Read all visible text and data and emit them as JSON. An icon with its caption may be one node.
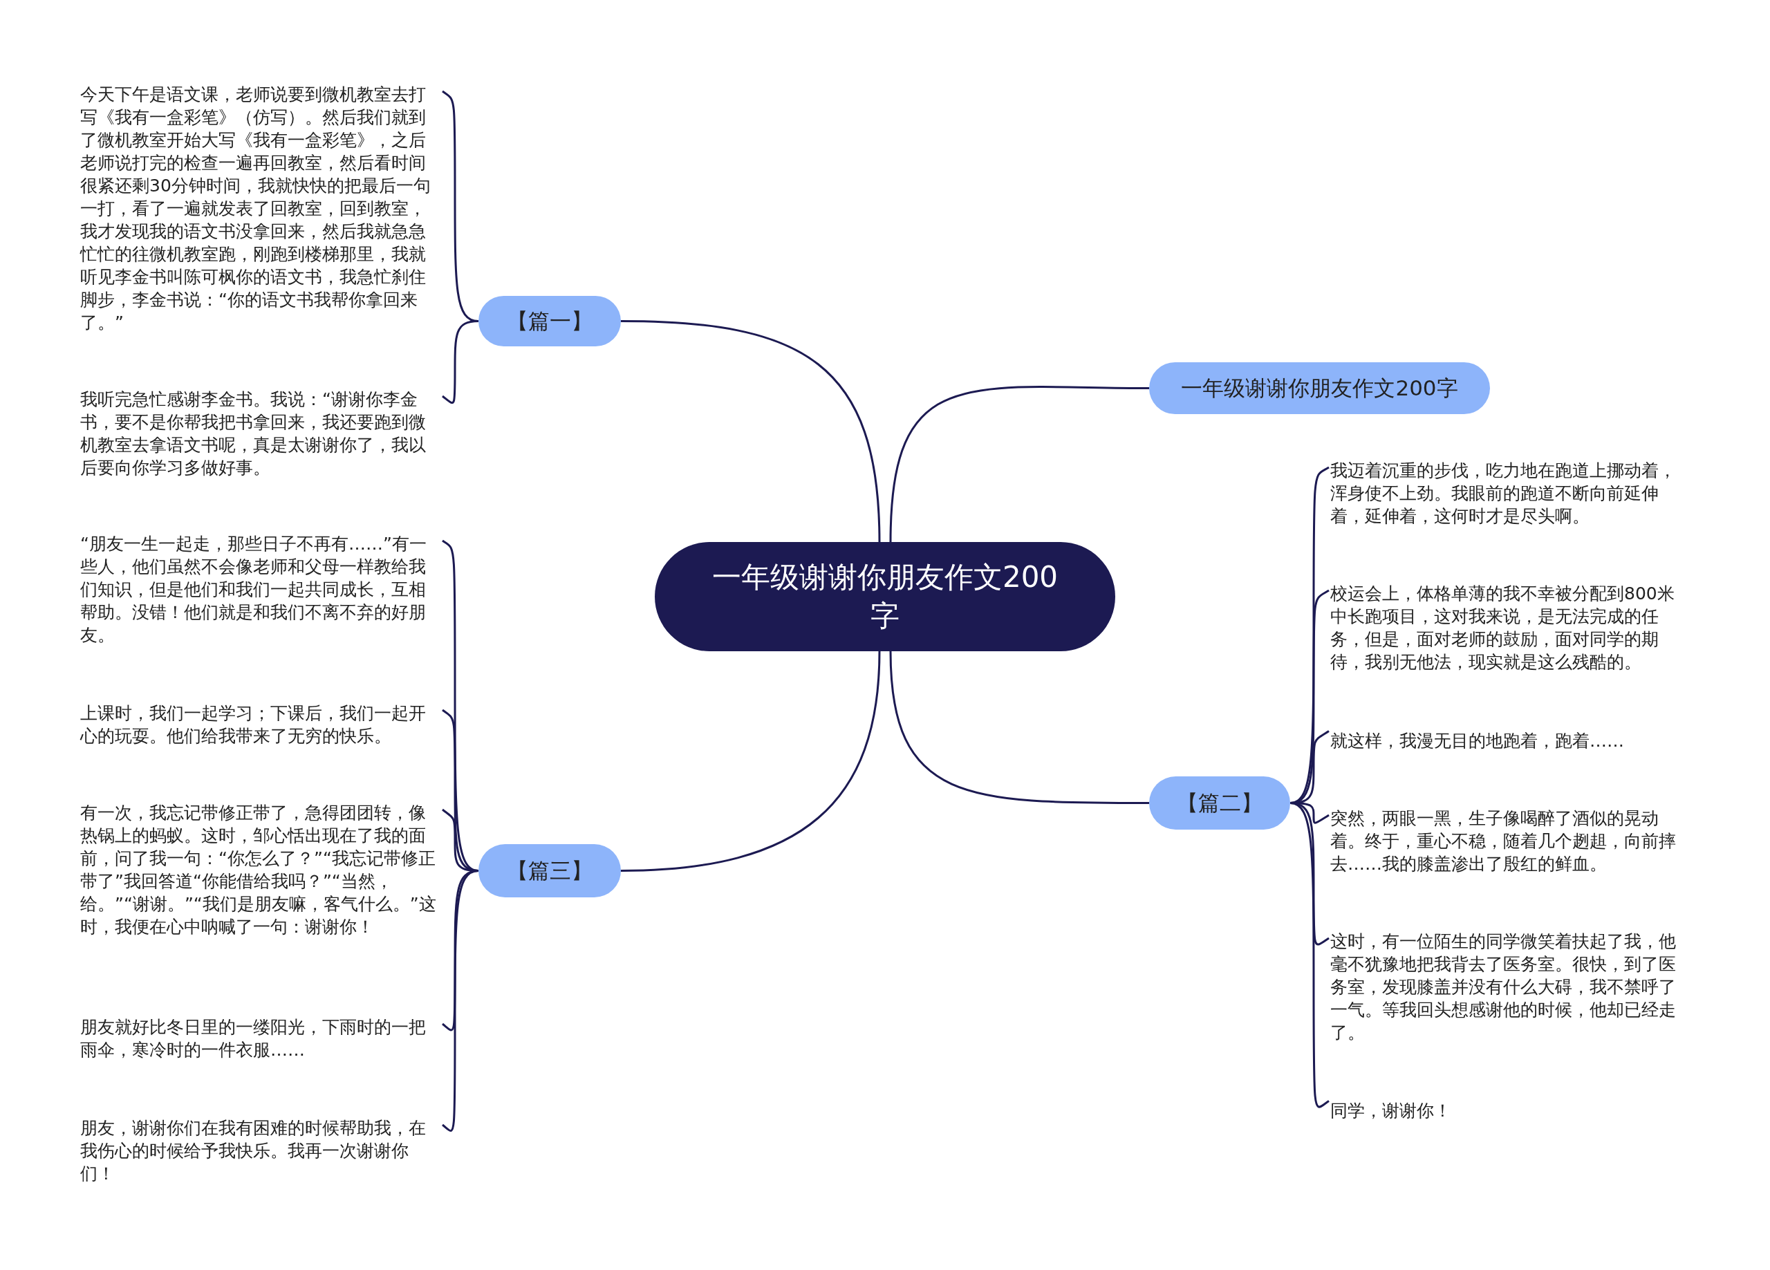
{
  "diagram": {
    "nodes": [
      {
        "text": [
          "一年级谢谢你朋友作文200字"
        ]
      },
      {
        "text": [
          "【篇一】"
        ]
      },
      {
        "text": [
          "一年级谢谢你朋友作文200字"
        ]
      },
      {
        "text": [
          "【篇二】"
        ]
      },
      {
        "text": [
          "【篇三】"
        ]
      },
      {
        "text": [
          "今天下午是语文课，老师说要到微机教室去打写《我有一盒彩笔》（仿写）。然后我们就到了微机教室开始大写《我有一盒彩笔》，之后老师说打完的检查一遍再回教室，然后看时间很紧还剩30分钟时间，我就快快的把最后一句一打，看了一遍就发表了回教室，回到教室，我才发现我的语文书没拿回来，然后我就急急忙忙的往微机教室跑，刚跑到楼梯那里，我就听见李金书叫陈可枫你的语文书，我急忙刹住脚步，李金书说：“你的语文书我帮你拿回来了。”"
        ]
      },
      {
        "text": [
          "我听完急忙感谢李金书。我说：“谢谢你李金书，要不是你帮我把书拿回来，我还要跑到微机教室去拿语文书呢，真是太谢谢你了，我以后要向你学习多做好事。"
        ]
      },
      {
        "text": [
          "我迈着沉重的步伐，吃力地在跑道上挪动着，浑身使不上劲。我眼前的跑道不断向前延伸着，延伸着，这何时才是尽头啊。"
        ]
      },
      {
        "text": [
          "校运会上，体格单薄的我不幸被分配到800米中长跑项目，这对我来说，是无法完成的任务，但是，面对老师的鼓励，面对同学的期待，我别无他法，现实就是这么残酷的。"
        ]
      },
      {
        "text": [
          "就这样，我漫无目的地跑着，跑着……"
        ]
      },
      {
        "text": [
          "突然，两眼一黑，生子像喝醉了酒似的晃动着。终于，重心不稳，随着几个趔趄，向前摔去……我的膝盖渗出了殷红的鲜血。"
        ]
      },
      {
        "text": [
          "这时，有一位陌生的同学微笑着扶起了我，他毫不犹豫地把我背去了医务室。很快，到了医务室，发现膝盖并没有什么大碍，我不禁呼了一气。等我回头想感谢他的时候，他却已经走了。"
        ]
      },
      {
        "text": [
          "同学，谢谢你！"
        ]
      },
      {
        "text": [
          "“朋友一生一起走，那些日子不再有……”有一些人，他们虽然不会像老师和父母一样教给我们知识，但是他们和我们一起共同成长，互相帮助。没错！他们就是和我们不离不弃的好朋友。"
        ]
      },
      {
        "text": [
          "上课时，我们一起学习；下课后，我们一起开心的玩耍。他们给我带来了无穷的快乐。"
        ]
      },
      {
        "text": [
          "有一次，我忘记带修正带了，急得团团转，像热锅上的蚂蚁。这时，邹心恬出现在了我的面前，问了我一句：“你怎么了？”“我忘记带修正带了”我回答道“你能借给我吗？”“当然，给。”“谢谢。”“我们是朋友嘛，客气什么。”这时，我便在心中呐喊了一句：谢谢你！"
        ]
      },
      {
        "text": [
          "朋友就好比冬日里的一缕阳光，下雨时的一把雨伞，寒冷时的一件衣服……"
        ]
      },
      {
        "text": [
          "朋友，谢谢你们在我有困难的时候帮助我，在我伤心的时候给予我快乐。我再一次谢谢你们！"
        ]
      }
    ],
    "edges": [
      {
        "from": 0,
        "to": 1,
        "arrow": "none"
      },
      {
        "from": 0,
        "to": 2,
        "arrow": "none"
      },
      {
        "from": 0,
        "to": 3,
        "arrow": "none"
      },
      {
        "from": 0,
        "to": 4,
        "arrow": "none"
      },
      {
        "from": 1,
        "to": 5,
        "arrow": "none"
      },
      {
        "from": 1,
        "to": 6,
        "arrow": "none"
      },
      {
        "from": 3,
        "to": 7,
        "arrow": "none"
      },
      {
        "from": 3,
        "to": 8,
        "arrow": "none"
      },
      {
        "from": 3,
        "to": 9,
        "arrow": "none"
      },
      {
        "from": 3,
        "to": 10,
        "arrow": "none"
      },
      {
        "from": 3,
        "to": 11,
        "arrow": "none"
      },
      {
        "from": 3,
        "to": 12,
        "arrow": "none"
      },
      {
        "from": 4,
        "to": 13,
        "arrow": "none"
      },
      {
        "from": 4,
        "to": 14,
        "arrow": "none"
      },
      {
        "from": 4,
        "to": 15,
        "arrow": "none"
      },
      {
        "from": 4,
        "to": 16,
        "arrow": "none"
      },
      {
        "from": 4,
        "to": 17,
        "arrow": "none"
      }
    ]
  }
}
